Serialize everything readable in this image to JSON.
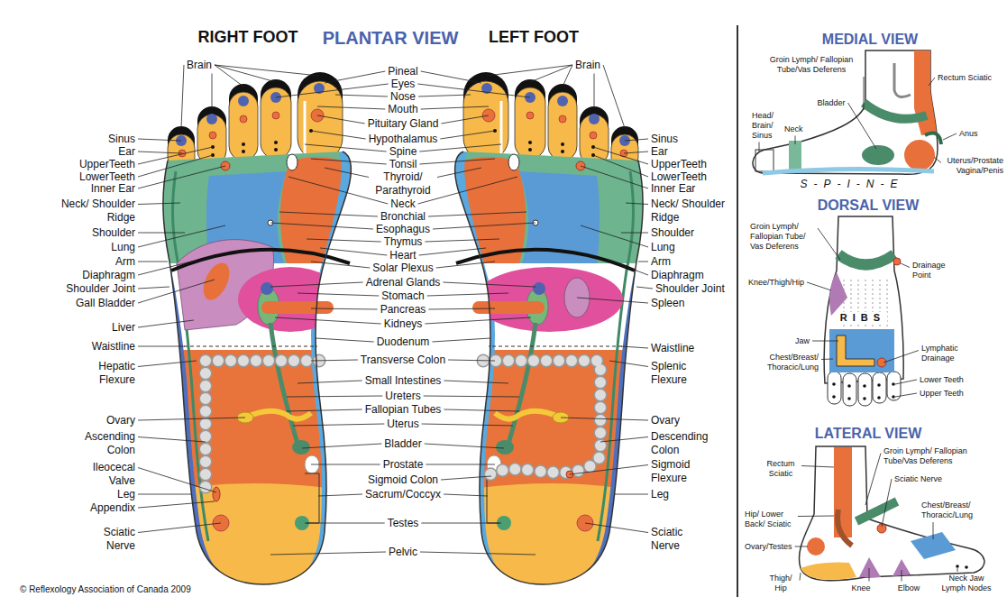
{
  "diagram": {
    "title": "PLANTAR VIEW",
    "labels": [
      "RIGHT FOOT",
      "LEFT FOOT",
      "Brain",
      "Sinus",
      "Ear",
      "UpperTeeth",
      "LowerTeeth",
      "Inner Ear",
      "Neck/ Shoulder Ridge",
      "Shoulder",
      "Lung",
      "Arm",
      "Diaphragm",
      "Shoulder Joint",
      "Gall Bladder",
      "Liver",
      "Waistline",
      "Hepatic Flexure",
      "Ovary",
      "Ascending Colon",
      "Ileocecal Valve",
      "Leg",
      "Appendix",
      "Sciatic Nerve",
      "Pineal",
      "Eyes",
      "Nose",
      "Mouth",
      "Pituitary Gland",
      "Hypothalamus",
      "Spine",
      "Tonsil",
      "Thyroid/ Parathyroid",
      "Neck",
      "Bronchial",
      "Esophagus",
      "Thymus",
      "Heart",
      "Solar Plexus",
      "Adrenal Glands",
      "Stomach",
      "Pancreas",
      "Kidneys",
      "Duodenum",
      "Transverse Colon",
      "Small Intestines",
      "Ureters",
      "Fallopian Tubes",
      "Uterus",
      "Bladder",
      "Prostate",
      "Sigmoid Colon",
      "Sacrum/Coccyx",
      "Testes",
      "Pelvic",
      "Brain",
      "Sinus",
      "Ear",
      "UpperTeeth",
      "LowerTeeth",
      "Inner Ear",
      "Neck/ Shoulder Ridge",
      "Shoulder",
      "Lung",
      "Arm",
      "Diaphragm",
      "Shoulder Joint",
      "Spleen",
      "Waistline",
      "Splenic Flexure",
      "Ovary",
      "Descending Colon",
      "Sigmoid Flexure",
      "Leg",
      "Sciatic Nerve",
      "MEDIAL VIEW",
      "Groin Lymph/ Fallopian Tube/Vas Deferens",
      "Rectum Sciatic",
      "Bladder",
      "Head/ Brain/ Sinus",
      "Neck",
      "Anus",
      "Uterus/Prostate Vagina/Penis",
      "S-P-I-N-E",
      "DORSAL VIEW",
      "Groin Lymph/ Fallopian Tube/ Vas Deferens",
      "Drainage Point",
      "Knee/Thigh/Hip",
      "RIBS",
      "Jaw",
      "Chest/Breast/ Thoracic/Lung",
      "Lymphatic Drainage",
      "Lower Teeth",
      "Upper Teeth",
      "LATERAL VIEW",
      "Rectum Sciatic",
      "Groin Lymph/ Fallopian Tube/Vas Deferens",
      "Sciatic Nerve",
      "Hip/ Lower Back/ Sciatic",
      "Chest/Breast/ Thoracic/Lung",
      "Ovary/Testes",
      "Thigh/ Hip",
      "Knee",
      "Elbow",
      "Neck Jaw Lymph Nodes",
      "© Reflexology Association of Canada 2009"
    ]
  }
}
